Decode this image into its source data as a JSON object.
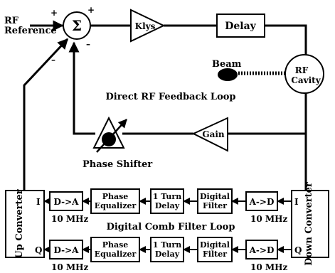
{
  "diagram": {
    "rf_reference": [
      "RF",
      "Reference"
    ],
    "sum_symbol": "Σ",
    "signs": {
      "plus_left": "+",
      "plus_top": "+",
      "minus_right": "–",
      "minus_left": "–"
    },
    "klys": "Klys",
    "delay": "Delay",
    "beam": "Beam",
    "rf_cavity": [
      "RF",
      "Cavity"
    ],
    "direct_loop_title": "Direct RF Feedback Loop",
    "gain": "Gain",
    "phase_shifter": "Phase Shifter",
    "up_converter": "Up Converter",
    "down_converter": "Down Converter",
    "channel_i": "I",
    "channel_q": "Q",
    "comb_loop_title": "Digital Comb Filter Loop",
    "dac": "D->A",
    "adc": "A->D",
    "phase_equalizer": [
      "Phase",
      "Equalizer"
    ],
    "one_turn_delay": [
      "1 Turn",
      "Delay"
    ],
    "digital_filter": [
      "Digital",
      "Filter"
    ],
    "freq": "10 MHz"
  },
  "colors": {
    "line": "#000000",
    "background": "#ffffff"
  }
}
